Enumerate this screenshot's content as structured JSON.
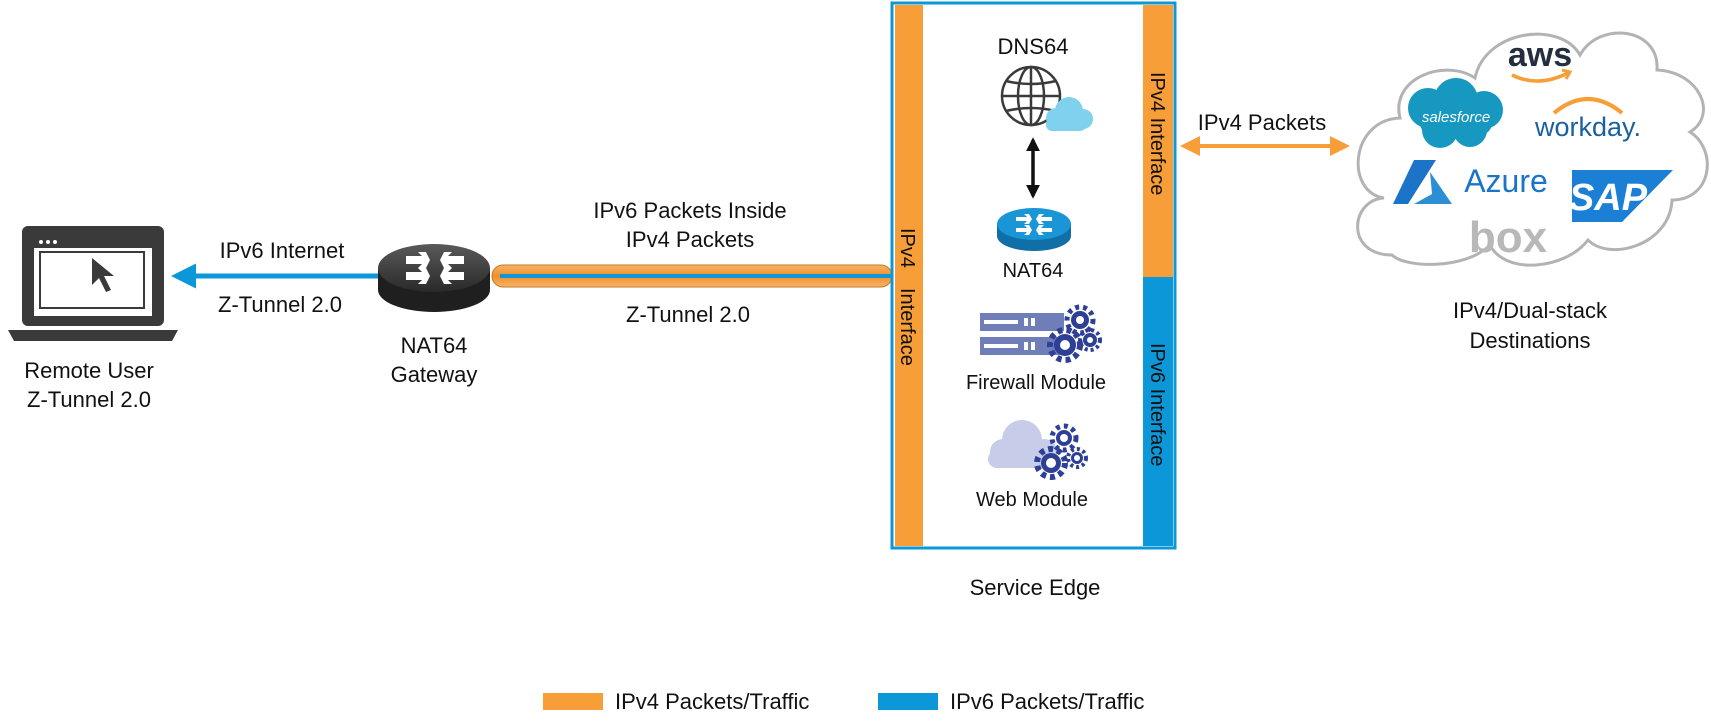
{
  "colors": {
    "ipv4": "#f79e38",
    "ipv6": "#0b97d8",
    "router_blue": "#1a96d6",
    "dark": "#333333",
    "cloud_stroke": "#b3b3b3",
    "gear_blue": "#2d3f96",
    "cloud_lilac": "#c7cde8"
  },
  "remote_user": {
    "label_line1": "Remote User",
    "label_line2": "Z-Tunnel 2.0"
  },
  "link_left": {
    "top_label": "IPv6 Internet",
    "bottom_label": "Z-Tunnel 2.0"
  },
  "gateway": {
    "label_line1": "NAT64",
    "label_line2": "Gateway"
  },
  "tunnel": {
    "top_line1": "IPv6 Packets Inside",
    "top_line2": "IPv4 Packets",
    "bottom_label": "Z-Tunnel 2.0"
  },
  "service_edge": {
    "label": "Service Edge",
    "left_interface_top": "IPv4",
    "left_interface_bottom": "Interface",
    "right_ipv4_interface": "IPv4 Interface",
    "right_ipv6_interface": "IPv6 Interface",
    "modules": {
      "dns64": "DNS64",
      "nat64": "NAT64",
      "firewall": "Firewall Module",
      "web": "Web Module"
    }
  },
  "link_right": {
    "label": "IPv4 Packets"
  },
  "destinations": {
    "label_line1": "IPv4/Dual-stack",
    "label_line2": "Destinations",
    "logos": {
      "aws": "aws",
      "salesforce": "salesforce",
      "workday": "workday.",
      "azure": "Azure",
      "sap": "SAP",
      "box": "box"
    }
  },
  "legend": {
    "ipv4_label": "IPv4 Packets/Traffic",
    "ipv6_label": "IPv6 Packets/Traffic"
  }
}
